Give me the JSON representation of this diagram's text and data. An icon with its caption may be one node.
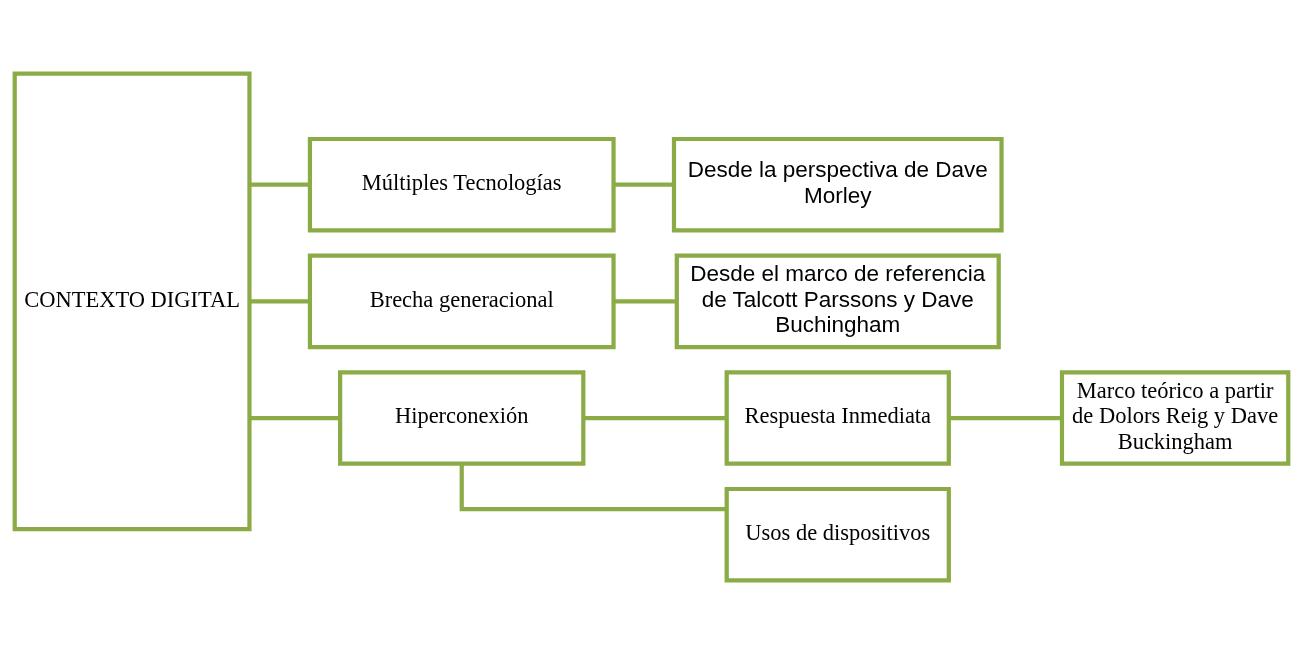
{
  "diagram": {
    "nodes": [
      {
        "text": [
          "CONTEXTO DIGITAL"
        ]
      },
      {
        "text": [
          "Múltiples Tecnologías"
        ]
      },
      {
        "text": [
          "Desde la perspectiva de Dave Morley"
        ]
      },
      {
        "text": [
          "Brecha generacional"
        ]
      },
      {
        "text": [
          "Desde el marco de referencia de Talcott Parssons y Dave Buchingham"
        ]
      },
      {
        "text": [
          "Hiperconexión"
        ]
      },
      {
        "text": [
          "Respuesta Inmediata"
        ]
      },
      {
        "text": [
          "Marco teórico a partir de Dolors Reig y Dave Buckingham"
        ]
      },
      {
        "text": [
          "Usos de dispositivos"
        ]
      }
    ],
    "edges": [
      {
        "from": 0,
        "to": 1,
        "arrow": "none"
      },
      {
        "from": 0,
        "to": 3,
        "arrow": "none"
      },
      {
        "from": 0,
        "to": 5,
        "arrow": "none"
      },
      {
        "from": 1,
        "to": 2,
        "arrow": "none"
      },
      {
        "from": 3,
        "to": 4,
        "arrow": "none"
      },
      {
        "from": 5,
        "to": 6,
        "arrow": "none"
      },
      {
        "from": 6,
        "to": 7,
        "arrow": "none"
      },
      {
        "from": 5,
        "to": 8,
        "arrow": "none"
      }
    ]
  }
}
